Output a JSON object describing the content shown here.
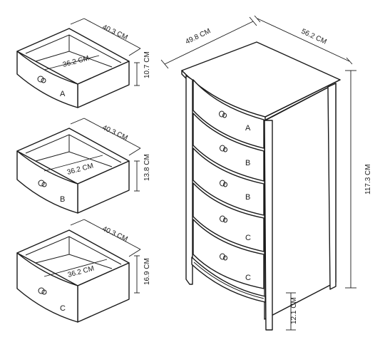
{
  "drawers": [
    {
      "letter": "A",
      "width": "40.3 CM",
      "depth": "36.2 CM",
      "height": "10.7 CM"
    },
    {
      "letter": "B",
      "width": "40.3 CM",
      "depth": "36.2 CM",
      "height": "13.8 CM"
    },
    {
      "letter": "C",
      "width": "40.3 CM",
      "depth": "36.2 CM",
      "height": "16.9 CM"
    }
  ],
  "chest": {
    "width": "49.8 CM",
    "depth": "56.2 CM",
    "height": "117.3 CM",
    "leg_height": "12.1 CM",
    "drawer_labels": [
      "A",
      "B",
      "B",
      "C",
      "C"
    ]
  }
}
